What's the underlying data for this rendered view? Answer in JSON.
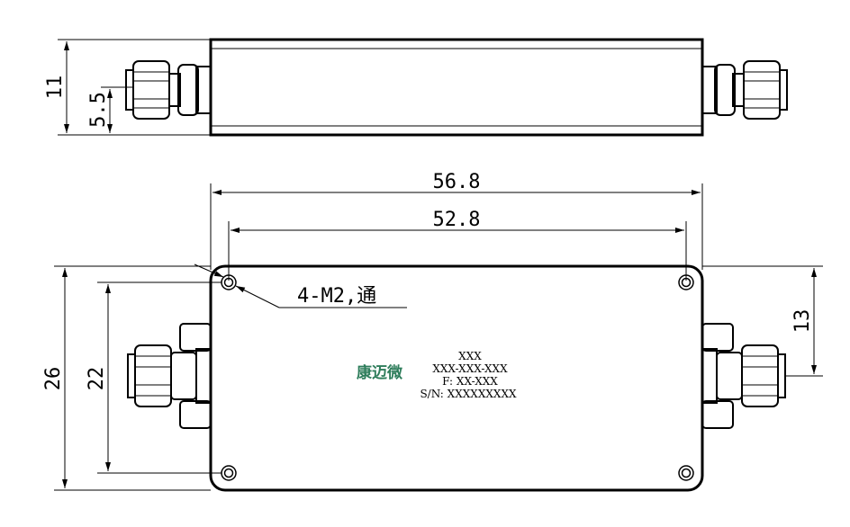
{
  "dimensions": {
    "top_height": "11",
    "top_half": "5.5",
    "overall_width": "56.8",
    "hole_spacing_x": "52.8",
    "overall_height": "26",
    "hole_spacing_y": "22",
    "port_offset": "13"
  },
  "callout": {
    "holes": "4-M2,通"
  },
  "label": {
    "brand": "康迈微",
    "line1": "XXX",
    "line2": "XXX-XXX-XXX",
    "line3": "F: XX-XXX",
    "line4": "S/N: XXXXXXXXX"
  },
  "colors": {
    "line": "#000000",
    "brand": "#2e7d5b"
  }
}
